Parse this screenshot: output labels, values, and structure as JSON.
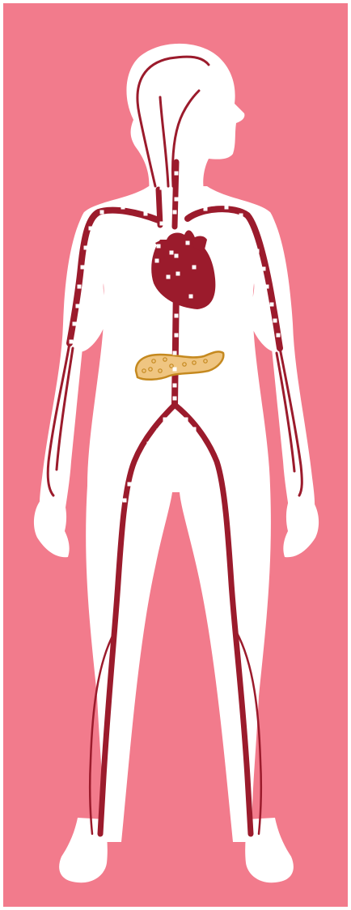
{
  "colors": {
    "background": "#f27b8c",
    "page_border": "#ffffff",
    "silhouette": "#ffffff",
    "vessel": "#9b1b2c",
    "heart": "#9b1b2c",
    "pancreas_fill": "#efc581",
    "pancreas_outline": "#c5891f",
    "particle": "#ffffff"
  },
  "figure": {
    "subject": "human-body-circulatory-system",
    "organs": [
      "heart",
      "pancreas"
    ],
    "icons": [
      "heart-icon",
      "pancreas-icon"
    ]
  }
}
